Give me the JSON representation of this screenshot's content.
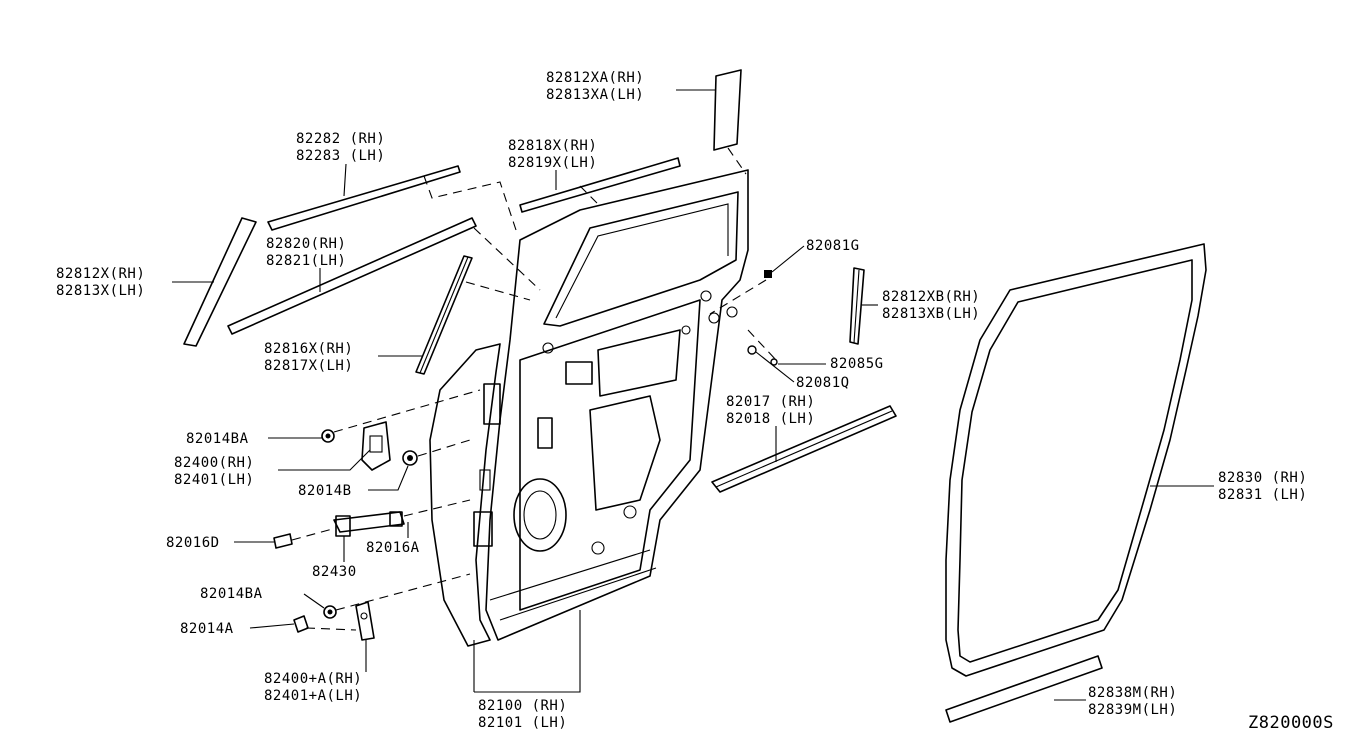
{
  "diagram_code": "Z820000S",
  "callouts": {
    "c82812XA": [
      "82812XA(RH)",
      "82813XA(LH)"
    ],
    "c82282": [
      "82282 (RH)",
      "82283 (LH)"
    ],
    "c82818X": [
      "82818X(RH)",
      "82819X(LH)"
    ],
    "c82820": [
      "82820(RH)",
      "82821(LH)"
    ],
    "c82812X": [
      "82812X(RH)",
      "82813X(LH)"
    ],
    "c82081G": [
      "82081G"
    ],
    "c82812XB": [
      "82812XB(RH)",
      "82813XB(LH)"
    ],
    "c82816X": [
      "82816X(RH)",
      "82817X(LH)"
    ],
    "c82085G": [
      "82085G"
    ],
    "c82081Q": [
      "82081Q"
    ],
    "c82017": [
      "82017 (RH)",
      "82018 (LH)"
    ],
    "c82014BA_upper": [
      "82014BA"
    ],
    "c82400": [
      "82400(RH)",
      "82401(LH)"
    ],
    "c82014B": [
      "82014B"
    ],
    "c82830": [
      "82830 (RH)",
      "82831 (LH)"
    ],
    "c82016D": [
      "82016D"
    ],
    "c82016A": [
      "82016A"
    ],
    "c82430": [
      "82430"
    ],
    "c82014BA_lower": [
      "82014BA"
    ],
    "c82014A": [
      "82014A"
    ],
    "c82400A": [
      "82400+A(RH)",
      "82401+A(LH)"
    ],
    "c82838M": [
      "82838M(RH)",
      "82839M(LH)"
    ],
    "c82100": [
      "82100 (RH)",
      "82101 (LH)"
    ]
  }
}
